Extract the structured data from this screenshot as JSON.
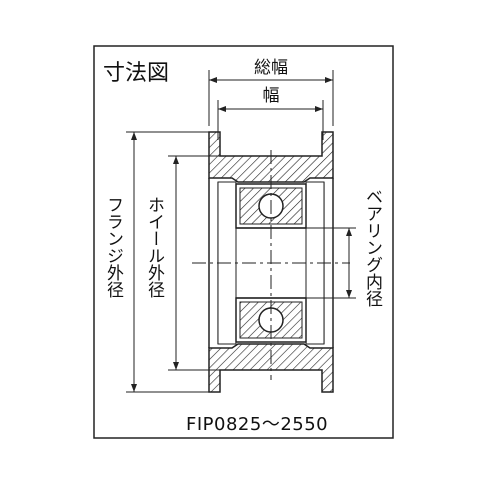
{
  "diagram": {
    "heading": "寸法図",
    "model_range": "FIP0825～2550",
    "labels": {
      "overall_width": "総幅",
      "width": "幅",
      "flange_outer_diameter": "フランジ外径",
      "wheel_outer_diameter": "ホイール外径",
      "bearing_inner_diameter": "ベアリング内径"
    }
  }
}
